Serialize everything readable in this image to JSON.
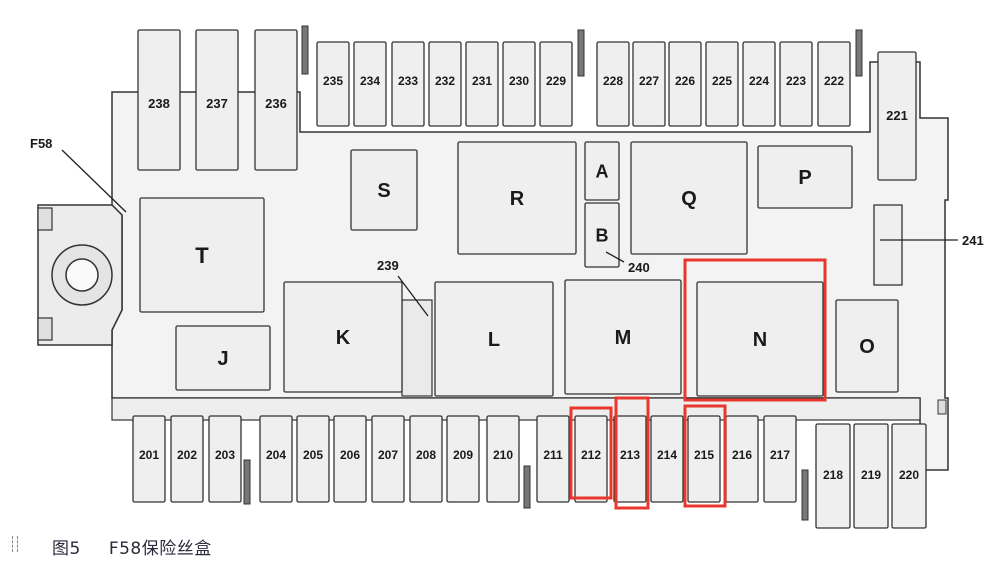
{
  "figure": {
    "caption_number": "图5",
    "caption_title": "F58保险丝盒"
  },
  "colors": {
    "highlight": "#e8372c",
    "stroke": "#333333",
    "fill": "#efefef",
    "background": "#ffffff"
  },
  "labels": {
    "box_label": "F58",
    "callout_239": "239",
    "callout_240": "240",
    "callout_241": "241"
  },
  "top_tall_fuses": [
    "238",
    "237",
    "236"
  ],
  "top_row_fuses": [
    "235",
    "234",
    "233",
    "232",
    "231",
    "230",
    "229",
    "228",
    "227",
    "226",
    "225",
    "224",
    "223",
    "222"
  ],
  "right_fuse": "221",
  "relays": [
    "S",
    "R",
    "A",
    "B",
    "Q",
    "P",
    "T",
    "J",
    "K",
    "L",
    "M",
    "N",
    "O"
  ],
  "bottom_row_fuses": [
    "201",
    "202",
    "203",
    "204",
    "205",
    "206",
    "207",
    "208",
    "209",
    "210",
    "211",
    "212",
    "213",
    "214",
    "215",
    "216",
    "217",
    "218",
    "219",
    "220"
  ],
  "highlighted": [
    "N",
    "212",
    "213",
    "215"
  ]
}
